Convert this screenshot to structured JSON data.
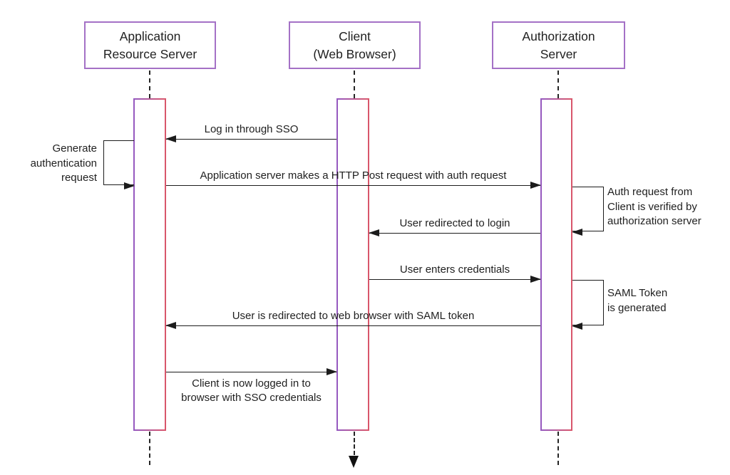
{
  "diagram_type": "sequence-diagram",
  "colors": {
    "actor_border": "#a471c6",
    "activation_gradient_start": "#9559c0",
    "activation_gradient_end": "#d9566a",
    "line_color": "#1c1c1c",
    "background": "#ffffff"
  },
  "actors": [
    {
      "id": "application-resource-server",
      "label": "Application\nResource Server"
    },
    {
      "id": "client-web-browser",
      "label": "Client\n(Web Browser)"
    },
    {
      "id": "authorization-server",
      "label": "Authorization\nServer"
    }
  ],
  "messages": [
    {
      "type": "arrow",
      "from": "client-web-browser",
      "to": "application-resource-server",
      "direction": "left",
      "label_position": "above",
      "label": "Log in through SSO"
    },
    {
      "type": "self-loop",
      "actor": "application-resource-server",
      "side": "left",
      "label": "Generate\nauthentication\nrequest"
    },
    {
      "type": "arrow",
      "from": "application-resource-server",
      "to": "authorization-server",
      "direction": "right",
      "label_position": "above",
      "label": "Application server makes a HTTP Post request with auth request"
    },
    {
      "type": "self-loop",
      "actor": "authorization-server",
      "side": "right",
      "label": "Auth request from\nClient is verified by\nauthorization server"
    },
    {
      "type": "arrow",
      "from": "authorization-server",
      "to": "client-web-browser",
      "direction": "left",
      "label_position": "above",
      "label": "User redirected to login"
    },
    {
      "type": "arrow",
      "from": "client-web-browser",
      "to": "authorization-server",
      "direction": "right",
      "label_position": "above",
      "label": "User enters credentials"
    },
    {
      "type": "self-loop",
      "actor": "authorization-server",
      "side": "right",
      "label": "SAML Token\nis generated"
    },
    {
      "type": "arrow",
      "from": "authorization-server",
      "to": "application-resource-server",
      "direction": "left",
      "label_position": "above",
      "label": "User is redirected to web browser with SAML token"
    },
    {
      "type": "arrow",
      "from": "application-resource-server",
      "to": "client-web-browser",
      "direction": "right",
      "label_position": "below",
      "label": "Client is now logged in to\nbrowser with SSO credentials"
    }
  ]
}
